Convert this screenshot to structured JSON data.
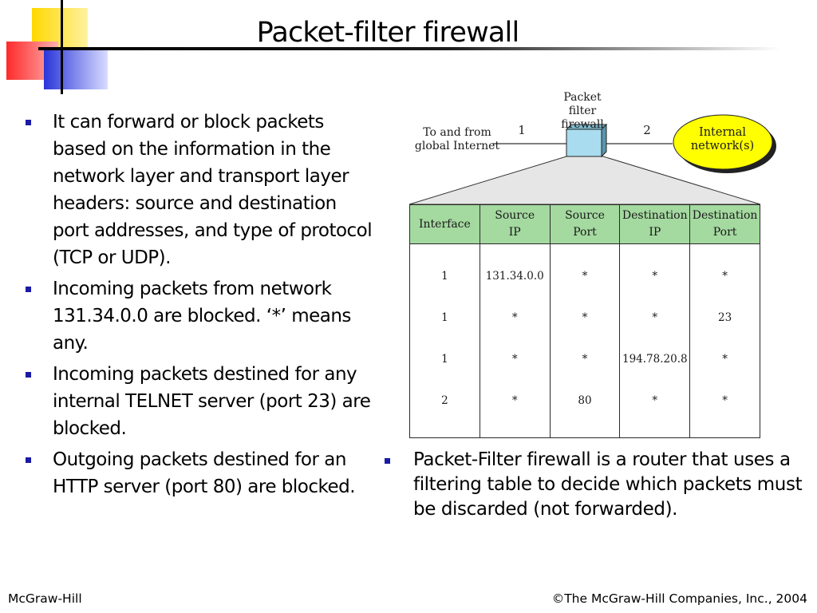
{
  "title": "Packet-filter firewall",
  "bullets": [
    "It can forward or block packets based on the information in the network layer and transport layer headers: source and destination port addresses, and type of protocol (TCP or UDP).",
    "Incoming packets from network 131.34.0.0 are blocked. ‘*’ means any.",
    "Incoming packets destined for any internal TELNET server (port 23) are blocked.",
    "Outgoing packets destined for an HTTP server (port 80) are blocked."
  ],
  "right_bullet": "Packet-Filter firewall is a router that uses a filtering table to decide which packets must be discarded (not forwarded).",
  "figure": {
    "firewall_label": "Packet filter\nfirewall",
    "left_label": "To and from\nglobal Internet",
    "link1": "1",
    "link2": "2",
    "internal_label": "Internal\nnetwork(s)",
    "table": {
      "headers": [
        "Interface",
        "Source\nIP",
        "Source\nPort",
        "Destination\nIP",
        "Destination\nPort"
      ],
      "rows": [
        [
          "1",
          "131.34.0.0",
          "*",
          "*",
          "*"
        ],
        [
          "1",
          "*",
          "*",
          "*",
          "23"
        ],
        [
          "1",
          "*",
          "*",
          "194.78.20.8",
          "*"
        ],
        [
          "2",
          "*",
          "80",
          "*",
          "*"
        ]
      ]
    }
  },
  "footer": {
    "left": "McGraw-Hill",
    "right": "©The McGraw-Hill Companies, Inc., 2004"
  },
  "colors": {
    "bullet": "#1a1aa6",
    "table_header": "#a4d9a0",
    "internal_ellipse": "#ffff00",
    "firewall_box": "#a9dcee"
  }
}
